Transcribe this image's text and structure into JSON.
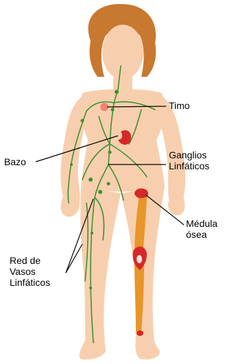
{
  "labels": {
    "timo": "Timo",
    "bazo": "Bazo",
    "ganglios": "Ganglios\nLinfáticos",
    "medula": "Médula\nósea",
    "red_vasos": "Red de\nVasos\nLinfáticos"
  },
  "colors": {
    "background": "#ffffff",
    "skin": "#f7cfae",
    "skin_shadow": "#e8b08c",
    "hair": "#c8782f",
    "lymph_vessels": "#3f8f2f",
    "organ_red": "#d62828",
    "bone_marrow": "#e8952a",
    "leader_lines": "#000000"
  }
}
